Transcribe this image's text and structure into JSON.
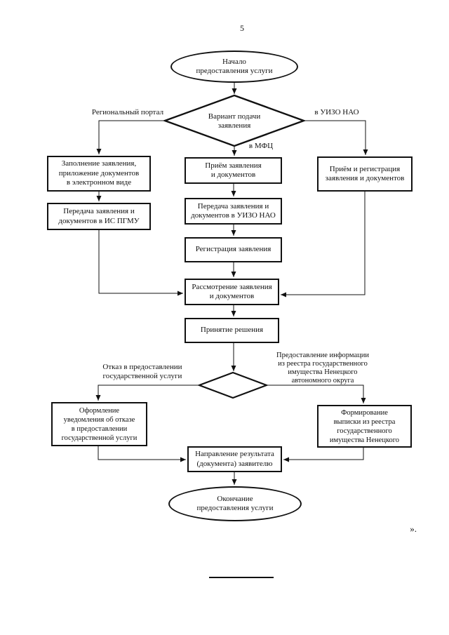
{
  "page": {
    "number": "5",
    "closing_mark": "».",
    "ink_color": "#111111",
    "paper_color": "#ffffff"
  },
  "flow": {
    "start": "Начало\nпредоставления услуги",
    "decision_variant": "Вариант подачи\nзаявления",
    "label_regional_portal": "Региональный портал",
    "label_uizo": "в УИЗО НАО",
    "label_mfc": "в МФЦ",
    "fill_application": "Заполнение заявления,\nприложение документов\nв электронном виде",
    "transfer_pgmu": "Передача заявления и\nдокументов в ИС ПГМУ",
    "receive_application": "Приём заявления\nи документов",
    "transfer_uizo": "Передача заявления и\nдокументов в УИЗО НАО",
    "register_application": "Регистрация заявления",
    "receive_and_register": "Приём и регистрация\nзаявления и документов",
    "review_application": "Рассмотрение заявления\nи документов",
    "make_decision": "Принятие решения",
    "label_refusal": "Отказ в предоставлении\nгосударственной услуги",
    "label_provide_info": "Предоставление информации\nиз реестра государственного\nимущества Ненецкого\nавтономного округа",
    "refusal_notification": "Оформление\nуведомления об отказе\nв предоставлении\nгосударственной услуги",
    "form_extract": "Формирование\nвыписки из реестра\nгосударственного\nимущества Ненецкого",
    "send_result": "Направление результата\n(документа) заявителю",
    "end": "Окончание\nпредоставления услуги"
  }
}
